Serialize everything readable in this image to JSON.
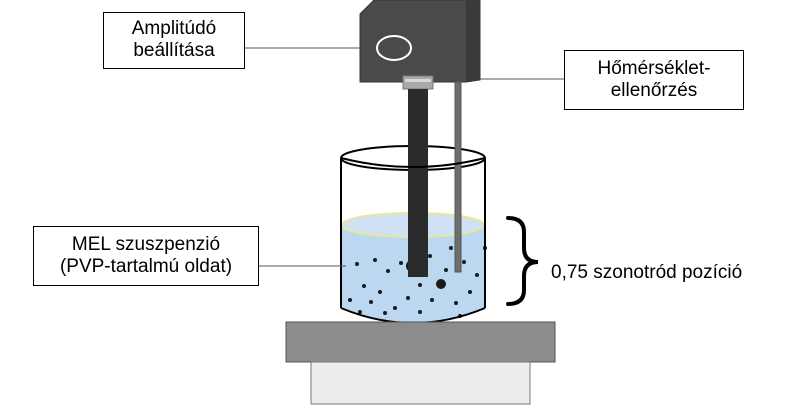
{
  "labels": {
    "amplitude": [
      "Amplitúdó",
      "beállítása"
    ],
    "temperature": [
      "Hőmérséklet-",
      "ellenőrzés"
    ],
    "suspension": [
      "MEL szuszpenzió",
      "(PVP-tartalmú oldat)"
    ],
    "position": "0,75 szonotród pozíció"
  },
  "colors": {
    "housing": "#4a4a4a",
    "probe": "#2b2b2b",
    "liquid": "#bcd7f0",
    "liquid_surface": "#e8e89a",
    "platform": "#8c8c8c",
    "base": "#ececec"
  }
}
